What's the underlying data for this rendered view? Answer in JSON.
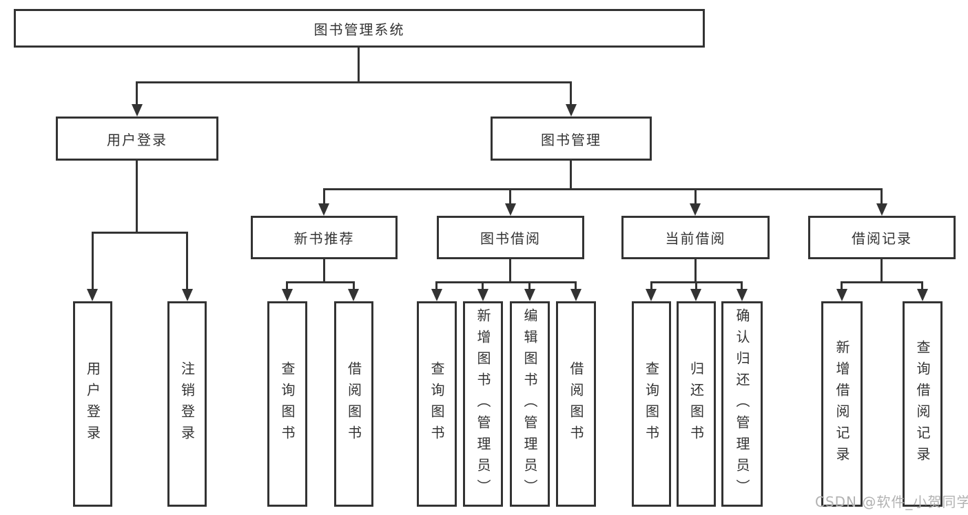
{
  "tree": {
    "root": {
      "label": "图书管理系统"
    },
    "branches": [
      {
        "label": "用户登录",
        "children": [
          {
            "label": "用户登录"
          },
          {
            "label": "注销登录"
          }
        ]
      },
      {
        "label": "图书管理",
        "children": [
          {
            "label": "新书推荐",
            "children": [
              {
                "label": "查询图书"
              },
              {
                "label": "借阅图书"
              }
            ]
          },
          {
            "label": "图书借阅",
            "children": [
              {
                "label": "查询图书"
              },
              {
                "label": "新增图书（管理员）"
              },
              {
                "label": "编辑图书（管理员）"
              },
              {
                "label": "借阅图书"
              }
            ]
          },
          {
            "label": "当前借阅",
            "children": [
              {
                "label": "查询图书"
              },
              {
                "label": "归还图书"
              },
              {
                "label": "确认归还（管理员）"
              }
            ]
          },
          {
            "label": "借阅记录",
            "children": [
              {
                "label": "新增借阅记录"
              },
              {
                "label": "查询借阅记录"
              }
            ]
          }
        ]
      }
    ]
  },
  "watermark": {
    "text": "CSDN @软件_小贺同学"
  },
  "colors": {
    "line": "#333333",
    "text": "#333333",
    "background": "#ffffff",
    "watermark_text": "#b2b2b2"
  }
}
